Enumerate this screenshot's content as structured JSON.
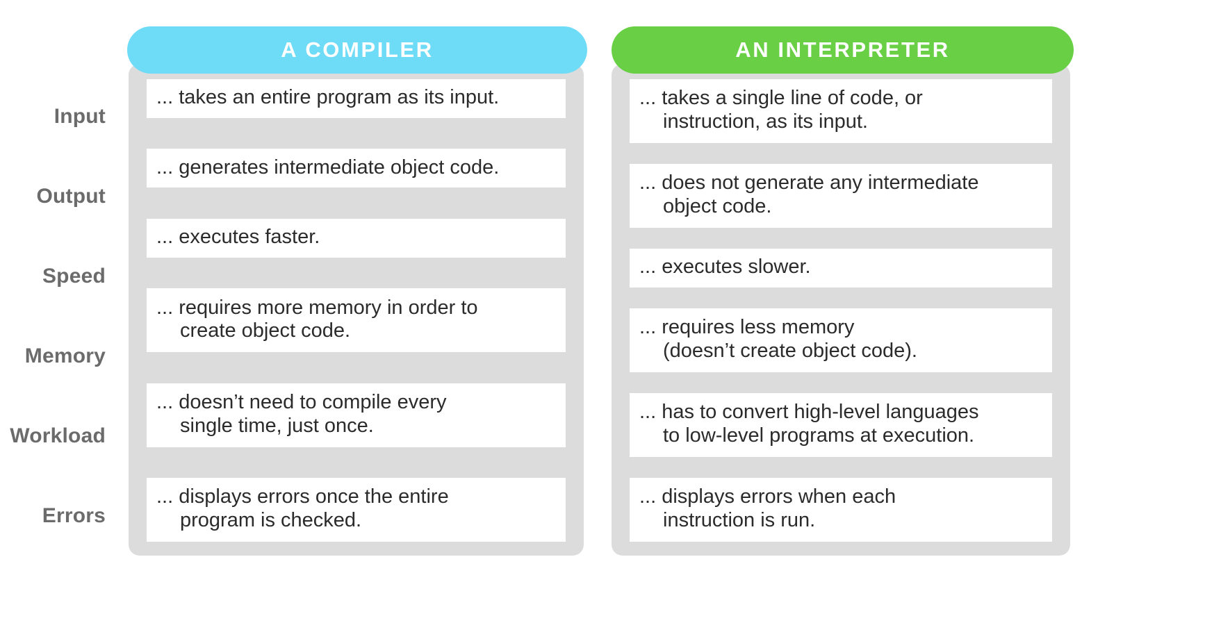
{
  "theme": {
    "background": "#ffffff",
    "panel_background": "#dcdcdc",
    "cell_background": "#ffffff",
    "label_color": "#6b6b6b",
    "text_color": "#2b2b2b",
    "compiler_accent": "#6fdcf7",
    "interpreter_accent": "#69cf44"
  },
  "columns": {
    "compiler": {
      "title": "A  COMPILER"
    },
    "interpreter": {
      "title": "AN  INTERPRETER"
    }
  },
  "row_labels": [
    "Input",
    "Output",
    "Speed",
    "Memory",
    "Workload",
    "Errors"
  ],
  "compiler_cells": [
    {
      "lines": [
        "... takes an entire program as its input."
      ]
    },
    {
      "lines": [
        "... generates intermediate object code."
      ]
    },
    {
      "lines": [
        "... executes faster."
      ]
    },
    {
      "lines": [
        "... requires more memory in order to",
        "create object code."
      ]
    },
    {
      "lines": [
        "... doesn’t need to compile every",
        "single time, just once."
      ]
    },
    {
      "lines": [
        "... displays errors once the entire",
        "program is checked."
      ]
    }
  ],
  "interpreter_cells": [
    {
      "lines": [
        "... takes a single line of code, or",
        "instruction, as its input."
      ]
    },
    {
      "lines": [
        "... does not generate any intermediate",
        "object code."
      ]
    },
    {
      "lines": [
        "... executes slower."
      ]
    },
    {
      "lines": [
        "... requires less memory",
        "(doesn’t create object code)."
      ]
    },
    {
      "lines": [
        "... has to convert high-level languages",
        "to low-level programs at execution."
      ]
    },
    {
      "lines": [
        "... displays errors when each",
        "instruction is run."
      ]
    }
  ]
}
